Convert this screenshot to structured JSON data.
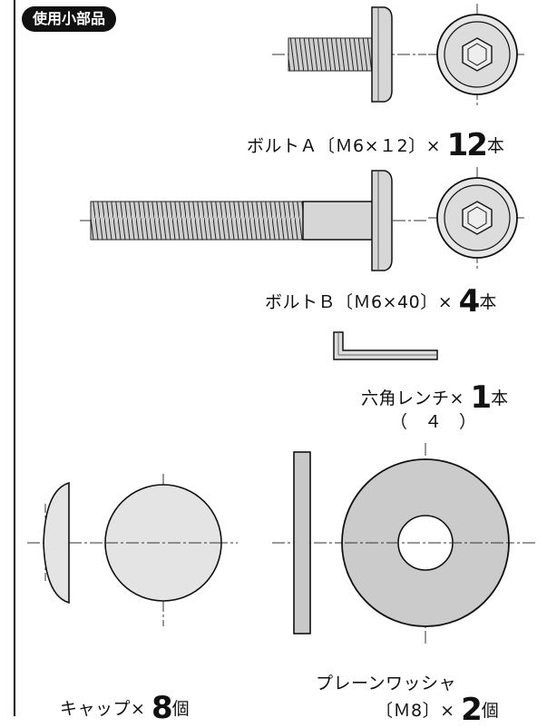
{
  "section_title": "使用小部品",
  "parts": {
    "bolt_a": {
      "name": "ボルトＡ",
      "spec": "〔Ｍ6×１2〕",
      "times": "×",
      "qty": "12",
      "unit": "本"
    },
    "bolt_b": {
      "name": "ボルトＢ",
      "spec": "〔Ｍ6×40〕",
      "times": "×",
      "qty": "4",
      "unit": "本"
    },
    "wrench": {
      "name": "六角レンチ",
      "times": "×",
      "qty": "1",
      "unit": "本",
      "size": "（　４　）"
    },
    "cap": {
      "name": "キャップ",
      "times": "×",
      "qty": "8",
      "unit": "個"
    },
    "washer": {
      "name": "プレーンワッシャ",
      "spec": "〔Ｍ8〕",
      "times": "×",
      "qty": "2",
      "unit": "個"
    }
  }
}
